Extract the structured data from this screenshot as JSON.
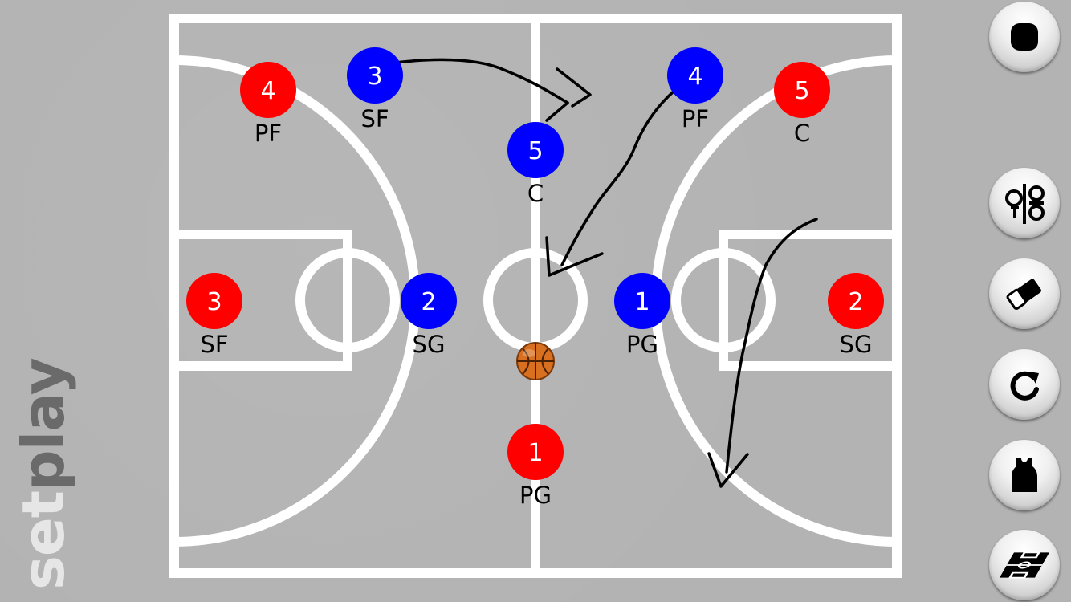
{
  "app": {
    "brand_part1": "set",
    "brand_part2": "play"
  },
  "colors": {
    "team_red": "#ff0000",
    "team_blue": "#0000ff",
    "court": "#b3b3b3",
    "lines": "#ffffff",
    "drawing": "#000000"
  },
  "red_team": [
    {
      "number": "4",
      "position": "PF"
    },
    {
      "number": "3",
      "position": "SF"
    },
    {
      "number": "1",
      "position": "PG"
    },
    {
      "number": "5",
      "position": "C"
    },
    {
      "number": "2",
      "position": "SG"
    }
  ],
  "blue_team": [
    {
      "number": "3",
      "position": "SF"
    },
    {
      "number": "5",
      "position": "C"
    },
    {
      "number": "2",
      "position": "SG"
    },
    {
      "number": "4",
      "position": "PF"
    },
    {
      "number": "1",
      "position": "PG"
    }
  ],
  "ball": {
    "icon": "basketball-icon"
  },
  "toolbar": [
    {
      "icon": "record-stop-icon"
    },
    {
      "icon": "team-swap-icon"
    },
    {
      "icon": "eraser-icon"
    },
    {
      "icon": "redo-icon"
    },
    {
      "icon": "jersey-icon"
    },
    {
      "icon": "court-select-icon"
    }
  ]
}
